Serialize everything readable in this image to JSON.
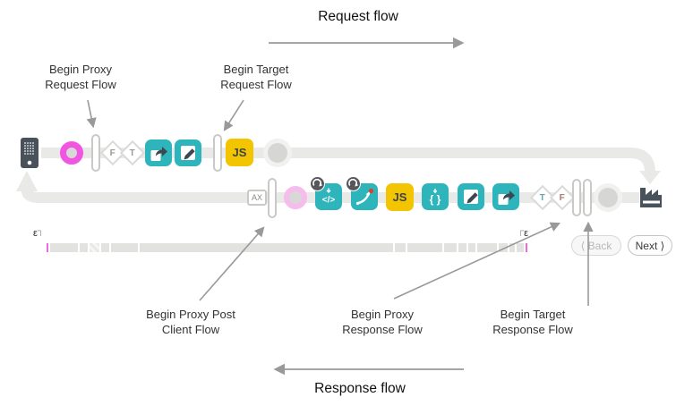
{
  "flow": {
    "request_label": "Request flow",
    "response_label": "Response flow"
  },
  "annotations": {
    "proxy_request": "Begin Proxy Request Flow",
    "target_request": "Begin Target Request Flow",
    "post_client": "Begin Proxy Post Client Flow",
    "proxy_response": "Begin Proxy Response Flow",
    "target_response": "Begin Target Response Flow"
  },
  "pipeline": {
    "request_row": {
      "diamond_false": "F",
      "diamond_true": "T",
      "js_label": "JS"
    },
    "response_row": {
      "analytics_label": "AX",
      "js_label": "JS",
      "diamond_true": "T",
      "diamond_false": "F"
    }
  },
  "timeline": {
    "epsilon_left": "ε",
    "corner_left": "┐",
    "corner_right": "┌",
    "epsilon_right": "ε",
    "segments": [
      31,
      9,
      11,
      9,
      30,
      283,
      12,
      39,
      14,
      9,
      8,
      22,
      10,
      6,
      8
    ],
    "hatched_index": 2
  },
  "nav": {
    "back_label": "⟨ Back",
    "next_label": "Next ⟩"
  },
  "colors": {
    "teal": "#2eb4bb",
    "yellow": "#f2c500",
    "pink": "#f156e3",
    "pink_light": "#f6bcec",
    "track_gray": "#e9e9e7",
    "dark_slate": "#49515a",
    "annotation_arrow": "#999999",
    "error_dot": "#d8402f"
  }
}
